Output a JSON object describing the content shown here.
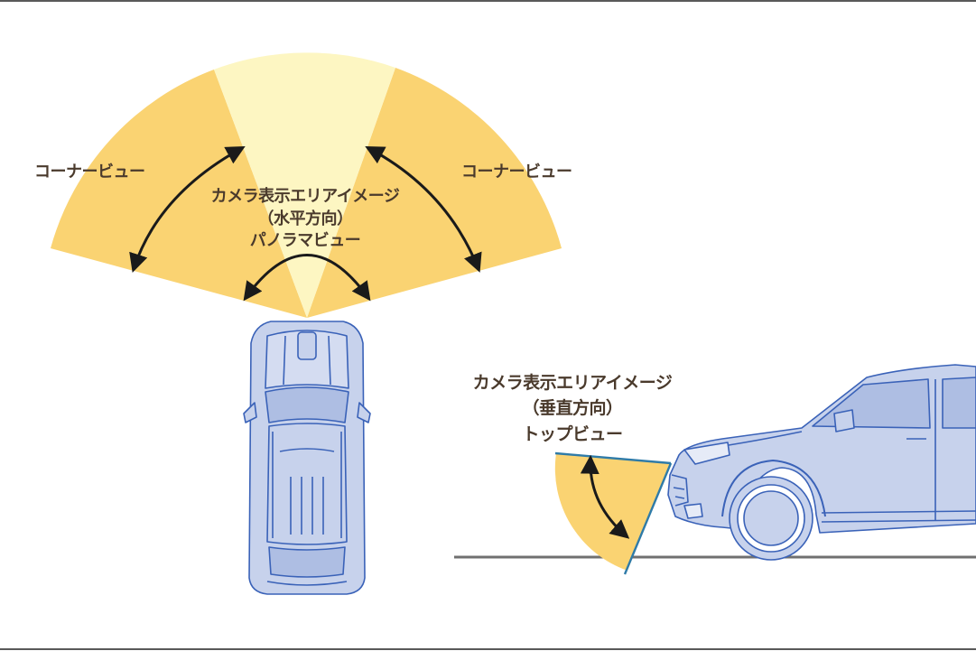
{
  "colors": {
    "corner_fill": "#fad372",
    "panorama_fill": "#fdf6c2",
    "vehicle_fill": "#c7d2ec",
    "vehicle_stroke": "#3a62b8",
    "boundary_line": "#2f7ba8",
    "ground_line": "#707070",
    "arrow": "#1a1a1a",
    "text": "#4a3a2c"
  },
  "icons": [
    "vehicle-top-view-icon",
    "vehicle-side-view-icon",
    "double-headed-arrow-icon"
  ],
  "horizontal": {
    "corner_left_label": "コーナービュー",
    "corner_right_label": "コーナービュー",
    "area_title": "カメラ表示エリアイメージ",
    "direction": "（水平方向）",
    "view_label": "パノラマビュー"
  },
  "vertical": {
    "area_title": "カメラ表示エリアイメージ",
    "direction": "（垂直方向）",
    "view_label": "トップビュー"
  }
}
